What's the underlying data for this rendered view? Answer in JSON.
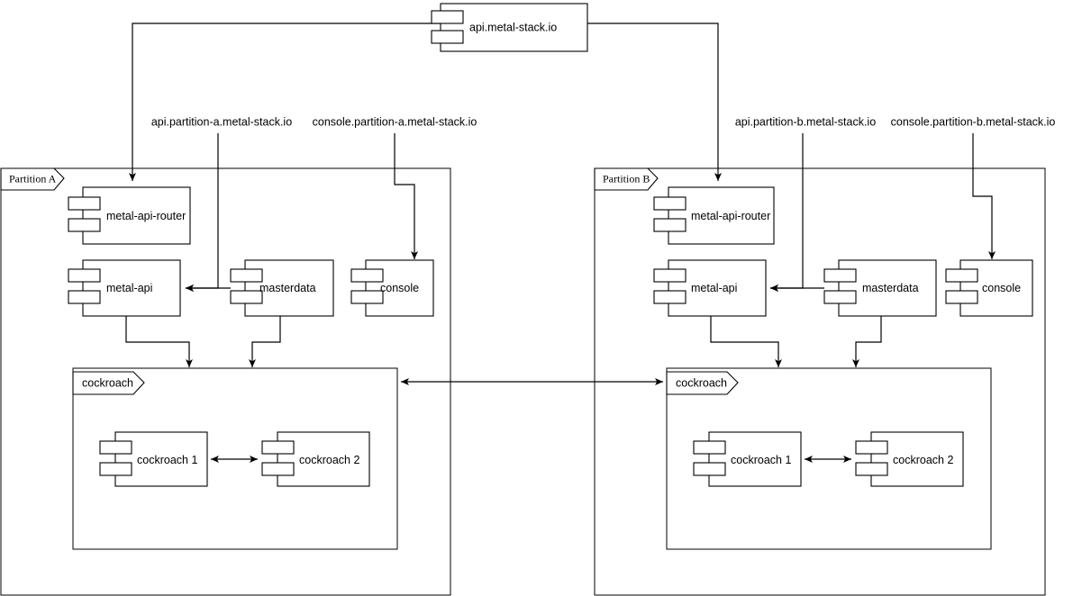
{
  "diagram": {
    "title": "api.metal-stack.io",
    "root_node": {
      "label": "api.metal-stack.io"
    },
    "endpoint_labels": {
      "api_a": "api.partition-a.metal-stack.io",
      "console_a": "console.partition-a.metal-stack.io",
      "api_b": "api.partition-b.metal-stack.io",
      "console_b": "console.partition-b.metal-stack.io"
    },
    "partitions": [
      {
        "name": "partition-a",
        "label": "Partition A",
        "nodes": [
          {
            "key": "metal-api-router",
            "label": "metal-api-router"
          },
          {
            "key": "metal-api",
            "label": "metal-api"
          },
          {
            "key": "masterdata",
            "label": "masterdata"
          },
          {
            "key": "console",
            "label": "console"
          }
        ],
        "container": {
          "label": "cockroach",
          "nodes": [
            {
              "key": "cockroach-1",
              "label": "cockroach 1"
            },
            {
              "key": "cockroach-2",
              "label": "cockroach 2"
            }
          ]
        }
      },
      {
        "name": "partition-b",
        "label": "Partition B",
        "nodes": [
          {
            "key": "metal-api-router",
            "label": "metal-api-router"
          },
          {
            "key": "metal-api",
            "label": "metal-api"
          },
          {
            "key": "masterdata",
            "label": "masterdata"
          },
          {
            "key": "console",
            "label": "console"
          }
        ],
        "container": {
          "label": "cockroach",
          "nodes": [
            {
              "key": "cockroach-1",
              "label": "cockroach 1"
            },
            {
              "key": "cockroach-2",
              "label": "cockroach 2"
            }
          ]
        }
      }
    ],
    "colors": {
      "stroke": "#000000",
      "fill": "#ffffff",
      "background": "#ffffff"
    }
  }
}
